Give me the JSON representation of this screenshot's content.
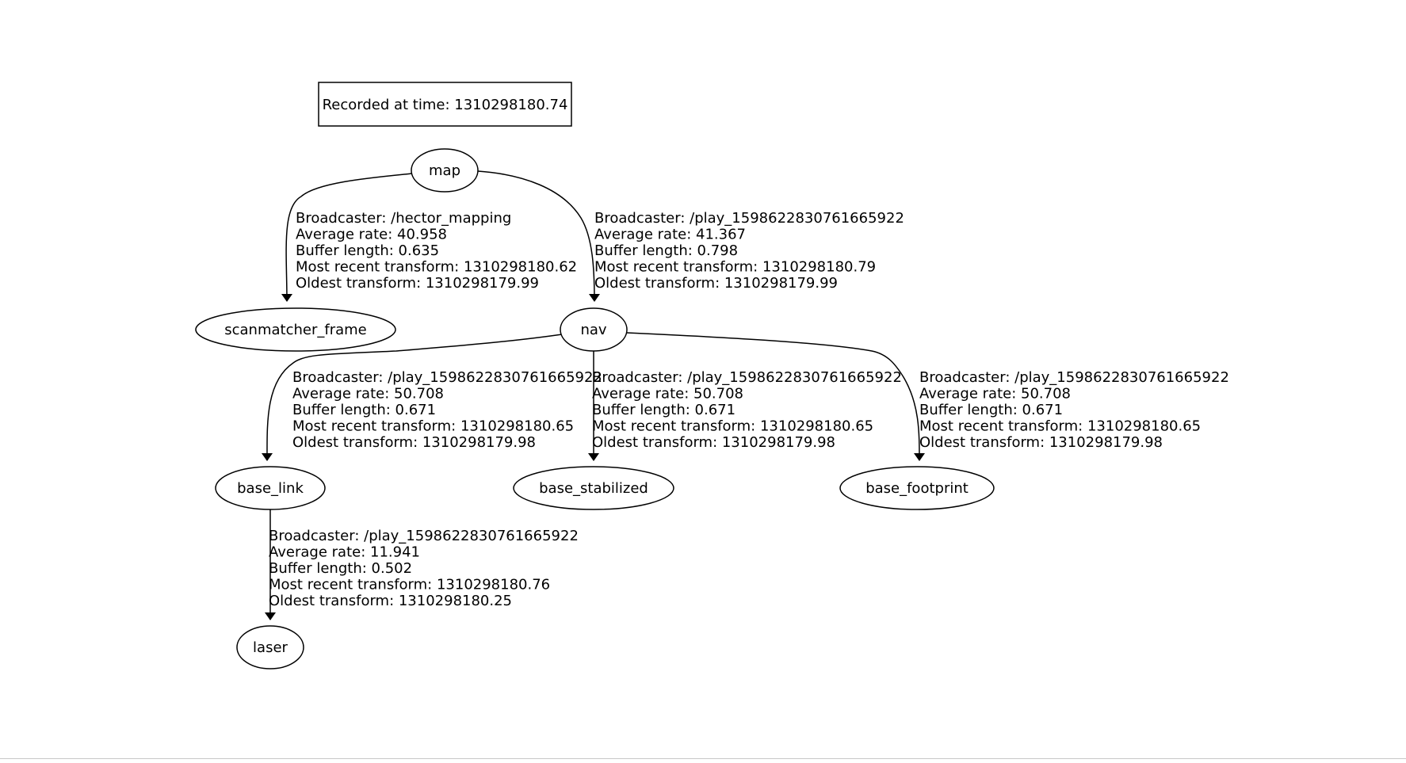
{
  "header": {
    "recorded_label": "Recorded at time: 1310298180.74"
  },
  "colors": {
    "background": "#ffffff",
    "stroke": "#000000",
    "text": "#000000"
  },
  "nodes": {
    "map": "map",
    "scanmatcher_frame": "scanmatcher_frame",
    "nav": "nav",
    "base_link": "base_link",
    "base_stabilized": "base_stabilized",
    "base_footprint": "base_footprint",
    "laser": "laser"
  },
  "edges": {
    "map_to_scanmatcher_frame": {
      "from": "map",
      "to": "scanmatcher_frame",
      "lines": [
        "Broadcaster: /hector_mapping",
        "Average rate: 40.958",
        "Buffer length: 0.635",
        "Most recent transform: 1310298180.62",
        "Oldest transform: 1310298179.99"
      ]
    },
    "map_to_nav": {
      "from": "map",
      "to": "nav",
      "lines": [
        "Broadcaster: /play_1598622830761665922",
        "Average rate: 41.367",
        "Buffer length: 0.798",
        "Most recent transform: 1310298180.79",
        "Oldest transform: 1310298179.99"
      ]
    },
    "nav_to_base_link": {
      "from": "nav",
      "to": "base_link",
      "lines": [
        "Broadcaster: /play_1598622830761665922",
        "Average rate: 50.708",
        "Buffer length: 0.671",
        "Most recent transform: 1310298180.65",
        "Oldest transform: 1310298179.98"
      ]
    },
    "nav_to_base_stabilized": {
      "from": "nav",
      "to": "base_stabilized",
      "lines": [
        "Broadcaster: /play_1598622830761665922",
        "Average rate: 50.708",
        "Buffer length: 0.671",
        "Most recent transform: 1310298180.65",
        "Oldest transform: 1310298179.98"
      ]
    },
    "nav_to_base_footprint": {
      "from": "nav",
      "to": "base_footprint",
      "lines": [
        "Broadcaster: /play_1598622830761665922",
        "Average rate: 50.708",
        "Buffer length: 0.671",
        "Most recent transform: 1310298180.65",
        "Oldest transform: 1310298179.98"
      ]
    },
    "base_link_to_laser": {
      "from": "base_link",
      "to": "laser",
      "lines": [
        "Broadcaster: /play_1598622830761665922",
        "Average rate: 11.941",
        "Buffer length: 0.502",
        "Most recent transform: 1310298180.76",
        "Oldest transform: 1310298180.25"
      ]
    }
  }
}
